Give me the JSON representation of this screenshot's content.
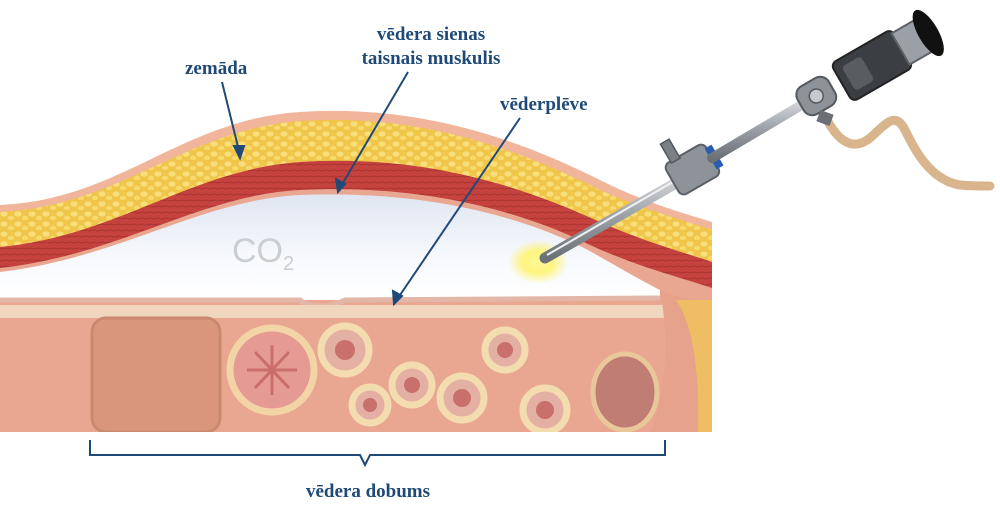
{
  "labels": {
    "subcutis": "zemāda",
    "rectus_line1": "vēdera sienas",
    "rectus_line2": "taisnais muskulis",
    "peritoneum": "vēderplēve",
    "cavity": "vēdera dobums",
    "gas": "CO",
    "gas_sub": "2"
  },
  "colors": {
    "label": "#1f4a78",
    "skin": "#f2b69c",
    "fat": "#f3cf52",
    "muscle": "#c4443f",
    "gas": "#eef3fb",
    "light": "#fff36a"
  }
}
